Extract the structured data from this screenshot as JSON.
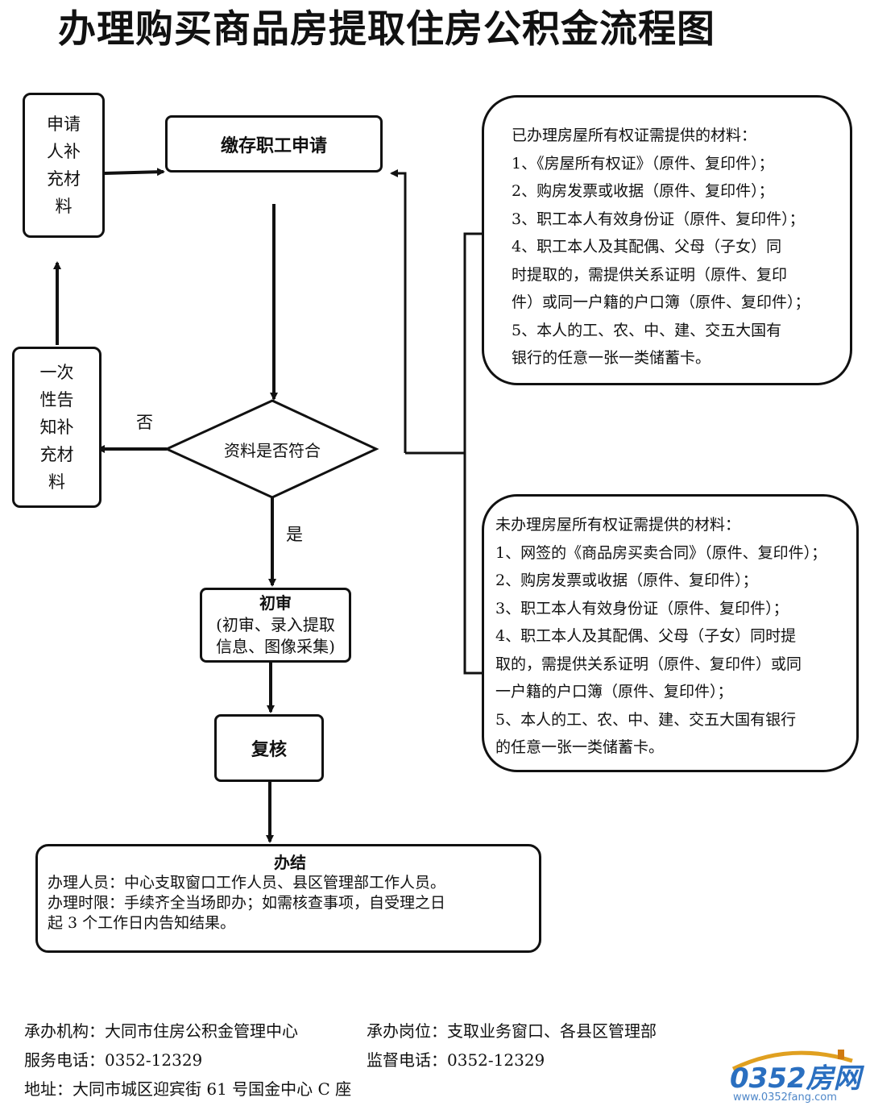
{
  "title": "办理购买商品房提取住房公积金流程图",
  "nodes": {
    "supplement": [
      "申请",
      "人补",
      "充材",
      "料"
    ],
    "apply": "缴存职工申请",
    "decision": "资料是否符合",
    "notify": [
      "一次",
      "性告",
      "知补",
      "充材",
      "料"
    ],
    "first_review": {
      "title": "初审",
      "lines": [
        "(初审、录入提取",
        "信息、图像采集)"
      ]
    },
    "recheck": "复核",
    "done": {
      "title": "办结",
      "lines": [
        "办理人员：中心支取窗口工作人员、县区管理部工作人员。",
        "办理时限：手续齐全当场即办；如需核查事项，自受理之日",
        "起 3 个工作日内告知结果。"
      ]
    }
  },
  "edge_labels": {
    "no": "否",
    "yes": "是"
  },
  "materials_with_cert": {
    "heading": "已办理房屋所有权证需提供的材料：",
    "lines": [
      "1、《房屋所有权证》（原件、复印件）；",
      "2、购房发票或收据（原件、复印件）；",
      "3、职工本人有效身份证（原件、复印件）；",
      "4、职工本人及其配偶、父母（子女）同",
      "时提取的，需提供关系证明（原件、复印",
      "件）或同一户籍的户口簿（原件、复印件）；",
      "5、本人的工、农、中、建、交五大国有",
      "银行的任意一张一类储蓄卡。"
    ]
  },
  "materials_without_cert": {
    "heading": "未办理房屋所有权证需提供的材料：",
    "lines": [
      "1、网签的《商品房买卖合同》（原件、复印件）；",
      "2、购房发票或收据（原件、复印件）；",
      "3、职工本人有效身份证（原件、复印件）；",
      "4、职工本人及其配偶、父母（子女）同时提",
      "取的，需提供关系证明（原件、复印件）或同",
      "一户籍的户口簿（原件、复印件）；",
      "5、本人的工、农、中、建、交五大国有银行",
      "的任意一张一类储蓄卡。"
    ]
  },
  "footer": {
    "org": "承办机构：大同市住房公积金管理中心",
    "post": "承办岗位：支取业务窗口、各县区管理部",
    "phone": "服务电话：0352-12329",
    "supervise": "监督电话：0352-12329",
    "address": "地址：大同市城区迎宾街 61 号国金中心 C 座"
  },
  "watermark": {
    "brand": "0352房网",
    "url": "www.0352fang.com"
  }
}
